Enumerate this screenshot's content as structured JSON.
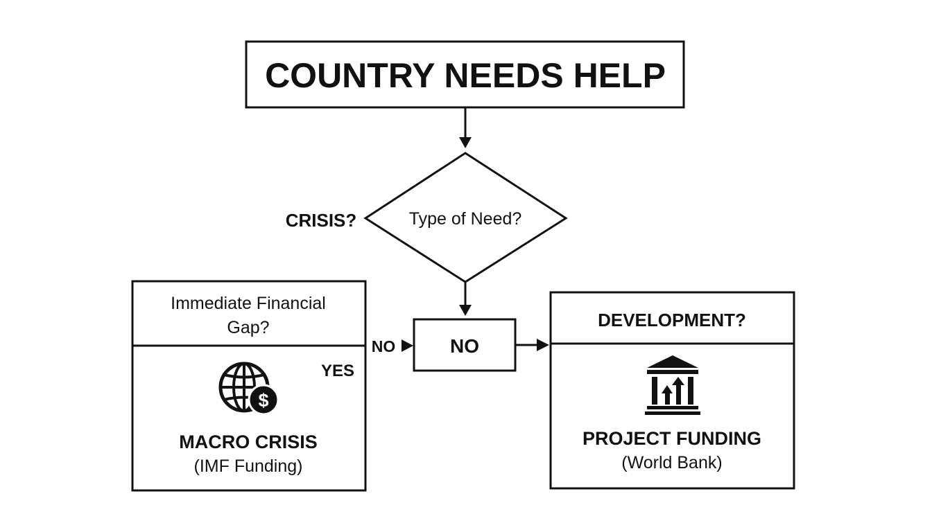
{
  "title": "COUNTRY NEEDS HELP",
  "decision": {
    "question": "Type of Need?",
    "left_label": "CRISIS?"
  },
  "crisis_box": {
    "header_line1": "Immediate Financial",
    "header_line2": "Gap?",
    "yes_label": "YES",
    "no_label": "NO",
    "icon": "globe-dollar-icon",
    "outcome_line1": "MACRO CRISIS",
    "outcome_line2": "(IMF Funding)"
  },
  "no_box": {
    "label": "NO"
  },
  "development_box": {
    "header": "DEVELOPMENT?",
    "icon": "bank-building-icon",
    "outcome_line1": "PROJECT FUNDING",
    "outcome_line2": "(World Bank)"
  },
  "colors": {
    "stroke": "#111111",
    "background": "#ffffff"
  }
}
